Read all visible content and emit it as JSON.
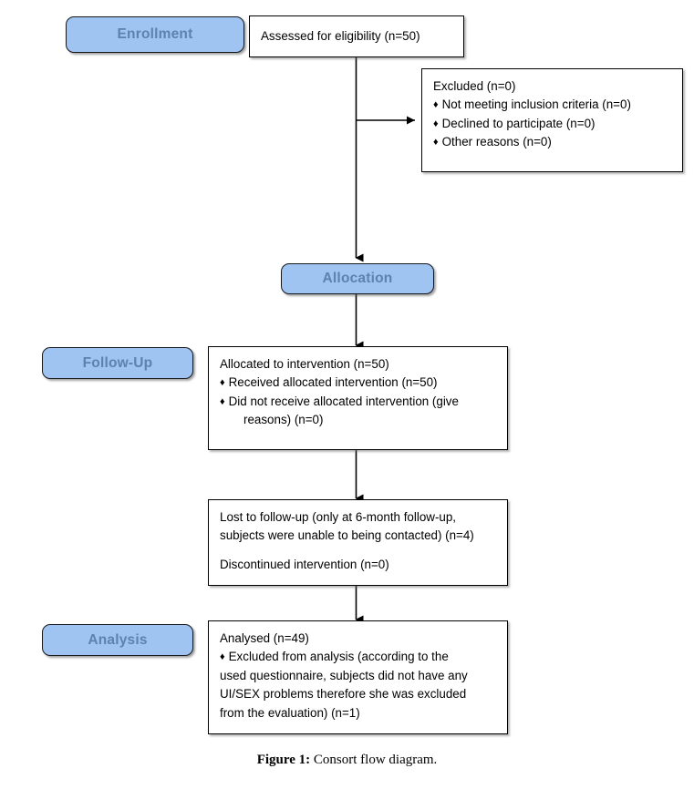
{
  "figure": {
    "caption_label": "Figure 1:",
    "caption_text": " Consort flow diagram."
  },
  "colors": {
    "badge_fill": "#9FC4F2",
    "badge_text": "#5E81AD",
    "badge_border": "#16181C",
    "box_border": "#000000",
    "box_fill": "#FFFFFF",
    "connector": "#000000"
  },
  "stages": [
    {
      "id": "enrollment",
      "label": "Enrollment"
    },
    {
      "id": "allocation",
      "label": "Allocation"
    },
    {
      "id": "followup",
      "label": "Follow-Up"
    },
    {
      "id": "analysis",
      "label": "Analysis"
    }
  ],
  "boxes": {
    "assessed": {
      "title": "Assessed for eligibility (n=50)"
    },
    "excluded": {
      "heading": "Excluded (n=0)",
      "bullet_glyph": "♦",
      "items": [
        "Not meeting inclusion criteria (n=0)",
        "Declined to participate (n=0)",
        "Other reasons (n=0)"
      ]
    },
    "allocated": {
      "heading": "Allocated to intervention (n=50)",
      "bullet_glyph": "♦",
      "item1": "Received allocated intervention (n=50)",
      "item2": "Did not receive allocated intervention (give",
      "item2_cont": "reasons) (n=0)"
    },
    "lost": {
      "line1": "Lost to follow-up (only at 6-month follow-up,",
      "line2": "subjects were unable to being contacted) (n=4)",
      "line3": "Discontinued intervention (n=0)"
    },
    "analysed": {
      "heading": "Analysed (n=49)",
      "bullet_glyph": "♦",
      "line1": "Excluded from analysis (according to the",
      "line2": "used questionnaire, subjects did not have any",
      "line3": "UI/SEX problems therefore she was excluded",
      "line4": "from the evaluation) (n=1)"
    }
  }
}
